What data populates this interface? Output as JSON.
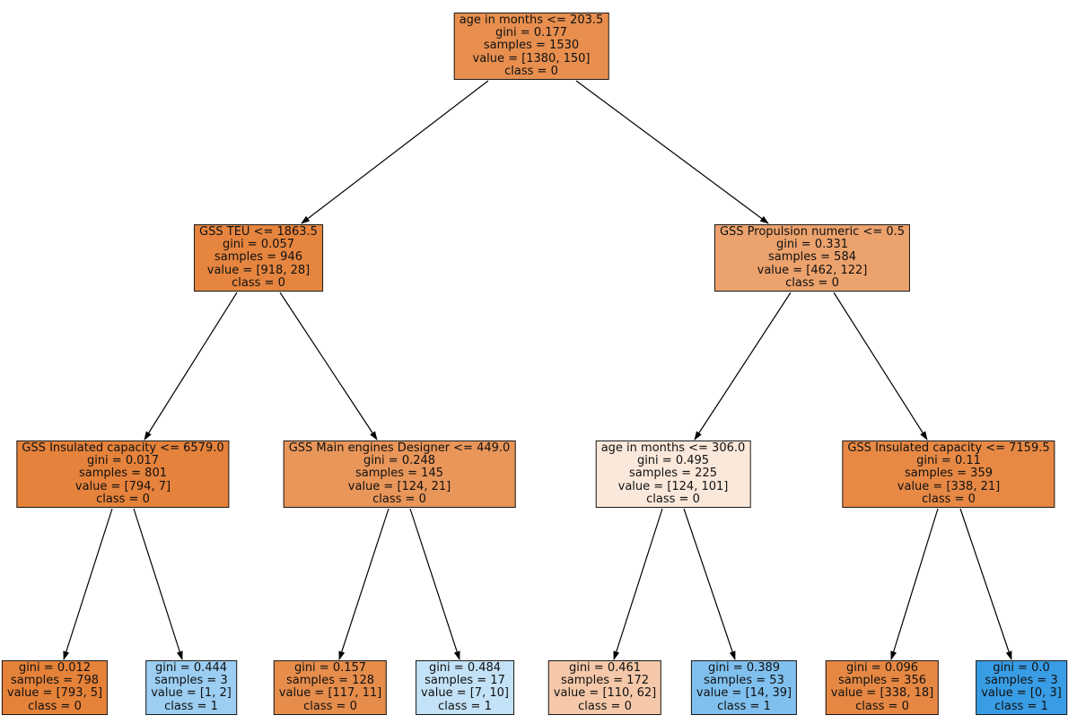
{
  "figure": {
    "type": "decision-tree-plot",
    "background": "#ffffff",
    "classes": [
      "0",
      "1"
    ],
    "class_base_colors": {
      "class_0": "#e58139",
      "class_1": "#399de5"
    },
    "edge_color": "#000000",
    "nodes": [
      {
        "id": "root",
        "parent": null,
        "side": null,
        "lines": [
          "age in months <= 203.5",
          "gini = 0.177",
          "samples = 1530",
          "value = [1380, 150]",
          "class = 0"
        ],
        "color": "#e88f4f"
      },
      {
        "id": "L",
        "parent": "root",
        "side": "left",
        "lines": [
          "GSS TEU <= 1863.5",
          "gini = 0.057",
          "samples = 946",
          "value = [918, 28]",
          "class = 0"
        ],
        "color": "#e6853f"
      },
      {
        "id": "R",
        "parent": "root",
        "side": "right",
        "lines": [
          "GSS Propulsion numeric <= 0.5",
          "gini = 0.331",
          "samples = 584",
          "value = [462, 122]",
          "class = 0"
        ],
        "color": "#eca26d"
      },
      {
        "id": "LL",
        "parent": "L",
        "side": "left",
        "lines": [
          "GSS Insulated capacity <= 6579.0",
          "gini = 0.017",
          "samples = 801",
          "value = [794, 7]",
          "class = 0"
        ],
        "color": "#e5823b"
      },
      {
        "id": "LR",
        "parent": "L",
        "side": "right",
        "lines": [
          "GSS Main engines Designer <= 449.0",
          "gini = 0.248",
          "samples = 145",
          "value = [124, 21]",
          "class = 0"
        ],
        "color": "#e9965a"
      },
      {
        "id": "RL",
        "parent": "R",
        "side": "left",
        "lines": [
          "age in months <= 306.0",
          "gini = 0.495",
          "samples = 225",
          "value = [124, 101]",
          "class = 0"
        ],
        "color": "#fae8da"
      },
      {
        "id": "RR",
        "parent": "R",
        "side": "right",
        "lines": [
          "GSS Insulated capacity <= 7159.5",
          "gini = 0.11",
          "samples = 359",
          "value = [338, 21]",
          "class = 0"
        ],
        "color": "#e78945"
      },
      {
        "id": "LLL",
        "parent": "LL",
        "side": "left",
        "lines": [
          "gini = 0.012",
          "samples = 798",
          "value = [793, 5]",
          "class = 0"
        ],
        "color": "#e58239"
      },
      {
        "id": "LLR",
        "parent": "LL",
        "side": "right",
        "lines": [
          "gini = 0.444",
          "samples = 3",
          "value = [1, 2]",
          "class = 1"
        ],
        "color": "#9ccef2"
      },
      {
        "id": "LRL",
        "parent": "LR",
        "side": "left",
        "lines": [
          "gini = 0.157",
          "samples = 128",
          "value = [117, 11]",
          "class = 0"
        ],
        "color": "#e78d4c"
      },
      {
        "id": "LRR",
        "parent": "LR",
        "side": "right",
        "lines": [
          "gini = 0.484",
          "samples = 17",
          "value = [7, 10]",
          "class = 1"
        ],
        "color": "#c4e2f7"
      },
      {
        "id": "RLL",
        "parent": "RL",
        "side": "left",
        "lines": [
          "gini = 0.461",
          "samples = 172",
          "value = [110, 62]",
          "class = 0"
        ],
        "color": "#f4c8a9"
      },
      {
        "id": "RLR",
        "parent": "RL",
        "side": "right",
        "lines": [
          "gini = 0.389",
          "samples = 53",
          "value = [14, 39]",
          "class = 1"
        ],
        "color": "#80c0ee"
      },
      {
        "id": "RRL",
        "parent": "RR",
        "side": "left",
        "lines": [
          "gini = 0.096",
          "samples = 356",
          "value = [338, 18]",
          "class = 0"
        ],
        "color": "#e68843"
      },
      {
        "id": "RRR",
        "parent": "RR",
        "side": "right",
        "lines": [
          "gini = 0.0",
          "samples = 3",
          "value = [0, 3]",
          "class = 1"
        ],
        "color": "#399de5"
      }
    ],
    "edges": [
      {
        "from": "root",
        "to": "L"
      },
      {
        "from": "root",
        "to": "R"
      },
      {
        "from": "L",
        "to": "LL"
      },
      {
        "from": "L",
        "to": "LR"
      },
      {
        "from": "R",
        "to": "RL"
      },
      {
        "from": "R",
        "to": "RR"
      },
      {
        "from": "LL",
        "to": "LLL"
      },
      {
        "from": "LL",
        "to": "LLR"
      },
      {
        "from": "LR",
        "to": "LRL"
      },
      {
        "from": "LR",
        "to": "LRR"
      },
      {
        "from": "RL",
        "to": "RLL"
      },
      {
        "from": "RL",
        "to": "RLR"
      },
      {
        "from": "RR",
        "to": "RRL"
      },
      {
        "from": "RR",
        "to": "RRR"
      }
    ]
  }
}
